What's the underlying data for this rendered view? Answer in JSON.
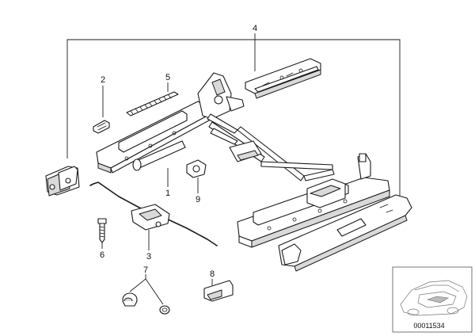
{
  "callouts": {
    "c1": "1",
    "c2": "2",
    "c3": "3",
    "c4": "4",
    "c5": "5",
    "c6": "6",
    "c7": "7",
    "c8": "8",
    "c9": "9"
  },
  "document_number": "00011534",
  "colors": {
    "line": "#1a1a1a",
    "shade": "#d9d9d9",
    "background": "#ffffff"
  }
}
